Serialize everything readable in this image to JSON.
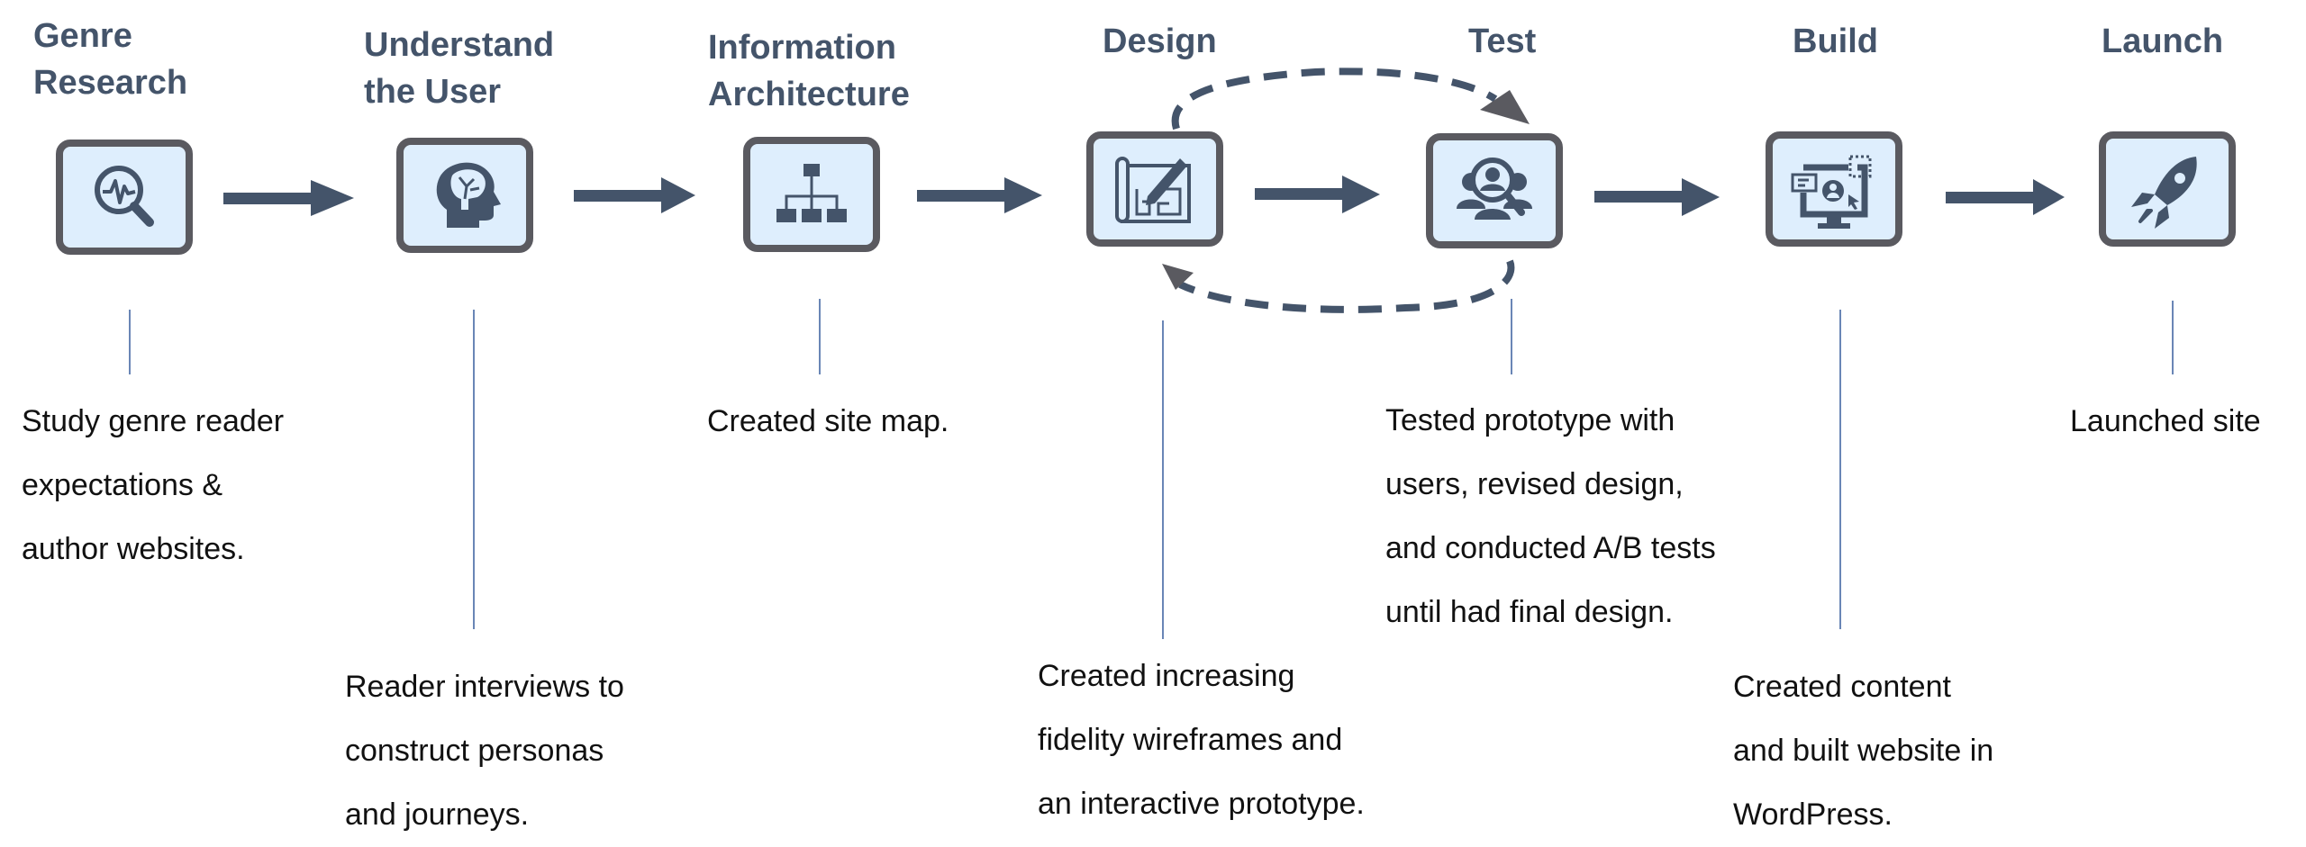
{
  "diagram": {
    "kind": "process-flow",
    "colors": {
      "title": "#44546a",
      "icon": "#44546a",
      "box_fill": "#deeefd",
      "box_border": "#5a5a60",
      "connector": "#6a86b6",
      "text": "#111111"
    },
    "steps": [
      {
        "title": "Genre\nResearch",
        "icon": "magnifier-pulse-icon",
        "description": [
          "Study genre reader",
          "expectations &",
          "author websites."
        ]
      },
      {
        "title": "Understand\nthe User",
        "icon": "brain-head-icon",
        "description": [
          "Reader interviews to",
          "construct personas",
          "and journeys."
        ]
      },
      {
        "title": "Information\nArchitecture",
        "icon": "sitemap-icon",
        "description": [
          "Created site map."
        ]
      },
      {
        "title": "Design",
        "icon": "blueprint-pencil-icon",
        "description": [
          "Created increasing",
          "fidelity wireframes and",
          "an interactive prototype."
        ]
      },
      {
        "title": "Test",
        "icon": "user-research-icon",
        "description": [
          "Tested prototype with",
          "users, revised design,",
          "and conducted A/B tests",
          "until had final design."
        ]
      },
      {
        "title": "Build",
        "icon": "web-builder-icon",
        "description": [
          "Created content",
          "and built website in",
          "WordPress."
        ]
      },
      {
        "title": "Launch",
        "icon": "rocket-icon",
        "description": [
          "Launched site"
        ]
      }
    ],
    "loop": {
      "from": "Design",
      "to": "Test",
      "style": "dashed",
      "direction": "bidirectional"
    }
  }
}
